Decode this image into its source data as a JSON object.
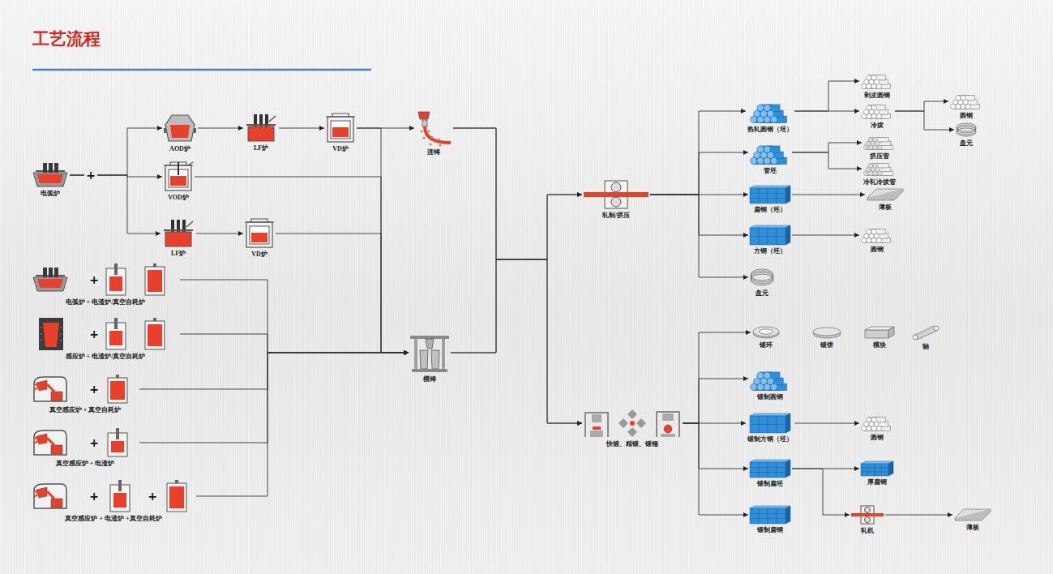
{
  "diagram": {
    "title": "工艺流程",
    "nodes": [
      {
        "text": [
          "电弧炉"
        ]
      },
      {
        "text": [
          "AOD炉"
        ]
      },
      {
        "text": [
          "LF炉"
        ]
      },
      {
        "text": [
          "VD炉"
        ]
      },
      {
        "text": [
          "VOD炉"
        ]
      },
      {
        "text": [
          "LF炉"
        ]
      },
      {
        "text": [
          "VD炉"
        ]
      },
      {
        "text": [
          "连铸"
        ]
      },
      {
        "text": [
          "电弧炉 + 电渣炉/真空自耗炉"
        ]
      },
      {
        "text": [
          "感应炉 + 电渣炉/真空自耗炉"
        ]
      },
      {
        "text": [
          "真空感应炉 + 真空自耗炉"
        ]
      },
      {
        "text": [
          "真空感应炉 + 电渣炉"
        ]
      },
      {
        "text": [
          "真空感应炉 + 电渣炉 +真空自耗炉"
        ]
      },
      {
        "text": [
          "模铸"
        ]
      },
      {
        "text": [
          "轧制/挤压"
        ]
      },
      {
        "text": [
          "快锻、精锻、锻锤"
        ]
      },
      {
        "text": [
          "热轧圆钢（坯）"
        ]
      },
      {
        "text": [
          "剥皮圆钢"
        ]
      },
      {
        "text": [
          "冷拔"
        ]
      },
      {
        "text": [
          "圆钢"
        ]
      },
      {
        "text": [
          "盘元"
        ]
      },
      {
        "text": [
          "管坯"
        ]
      },
      {
        "text": [
          "挤压管"
        ]
      },
      {
        "text": [
          "冷轧冷拔管"
        ]
      },
      {
        "text": [
          "扁钢（坯）"
        ]
      },
      {
        "text": [
          "薄板"
        ]
      },
      {
        "text": [
          "方钢（坯）"
        ]
      },
      {
        "text": [
          "圆钢"
        ]
      },
      {
        "text": [
          "盘元"
        ]
      },
      {
        "text": [
          "锻环"
        ]
      },
      {
        "text": [
          "锻饼"
        ]
      },
      {
        "text": [
          "模块"
        ]
      },
      {
        "text": [
          "轴"
        ]
      },
      {
        "text": [
          "锻制圆钢"
        ]
      },
      {
        "text": [
          "锻制方钢（坯）"
        ]
      },
      {
        "text": [
          "圆钢"
        ]
      },
      {
        "text": [
          "锻制扁坯"
        ]
      },
      {
        "text": [
          "厚扁钢"
        ]
      },
      {
        "text": [
          "锻制扁钢"
        ]
      },
      {
        "text": [
          "轧机"
        ]
      },
      {
        "text": [
          "薄板"
        ]
      }
    ],
    "edges": [
      {
        "from": 0,
        "to": 1,
        "arrow": "to"
      },
      {
        "from": 0,
        "to": 4,
        "arrow": "to"
      },
      {
        "from": 0,
        "to": 5,
        "arrow": "to"
      },
      {
        "from": 1,
        "to": 2,
        "arrow": "to"
      },
      {
        "from": 2,
        "to": 3,
        "arrow": "to"
      },
      {
        "from": 3,
        "to": 7,
        "arrow": "to"
      },
      {
        "from": 3,
        "to": 13,
        "arrow": "to"
      },
      {
        "from": 4,
        "to": 13,
        "arrow": "to"
      },
      {
        "from": 5,
        "to": 6,
        "arrow": "to"
      },
      {
        "from": 6,
        "to": 13,
        "arrow": "to"
      },
      {
        "from": 8,
        "to": 13,
        "arrow": "to"
      },
      {
        "from": 9,
        "to": 13,
        "arrow": "to"
      },
      {
        "from": 10,
        "to": 13,
        "arrow": "to"
      },
      {
        "from": 11,
        "to": 13,
        "arrow": "to"
      },
      {
        "from": 12,
        "to": 13,
        "arrow": "to"
      },
      {
        "from": 7,
        "to": 14,
        "arrow": "to"
      },
      {
        "from": 7,
        "to": 15,
        "arrow": "to"
      },
      {
        "from": 13,
        "to": 14,
        "arrow": "to"
      },
      {
        "from": 13,
        "to": 15,
        "arrow": "to"
      },
      {
        "from": 14,
        "to": 16,
        "arrow": "to"
      },
      {
        "from": 14,
        "to": 21,
        "arrow": "to"
      },
      {
        "from": 14,
        "to": 24,
        "arrow": "to"
      },
      {
        "from": 14,
        "to": 26,
        "arrow": "to"
      },
      {
        "from": 14,
        "to": 28,
        "arrow": "to"
      },
      {
        "from": 16,
        "to": 17,
        "arrow": "to"
      },
      {
        "from": 16,
        "to": 18,
        "arrow": "to"
      },
      {
        "from": 18,
        "to": 19,
        "arrow": "to"
      },
      {
        "from": 18,
        "to": 20,
        "arrow": "to"
      },
      {
        "from": 21,
        "to": 22,
        "arrow": "to"
      },
      {
        "from": 21,
        "to": 23,
        "arrow": "to"
      },
      {
        "from": 24,
        "to": 25,
        "arrow": "to"
      },
      {
        "from": 26,
        "to": 27,
        "arrow": "to"
      },
      {
        "from": 15,
        "to": 29,
        "arrow": "to"
      },
      {
        "from": 15,
        "to": 33,
        "arrow": "to"
      },
      {
        "from": 15,
        "to": 34,
        "arrow": "to"
      },
      {
        "from": 15,
        "to": 36,
        "arrow": "to"
      },
      {
        "from": 15,
        "to": 38,
        "arrow": "to"
      },
      {
        "from": 34,
        "to": 35,
        "arrow": "to"
      },
      {
        "from": 36,
        "to": 37,
        "arrow": "to"
      },
      {
        "from": 36,
        "to": 39,
        "arrow": "to"
      },
      {
        "from": 39,
        "to": 40,
        "arrow": "to"
      }
    ],
    "labels": [
      "+",
      "+",
      "+",
      "+",
      "+",
      "+",
      "+"
    ]
  }
}
